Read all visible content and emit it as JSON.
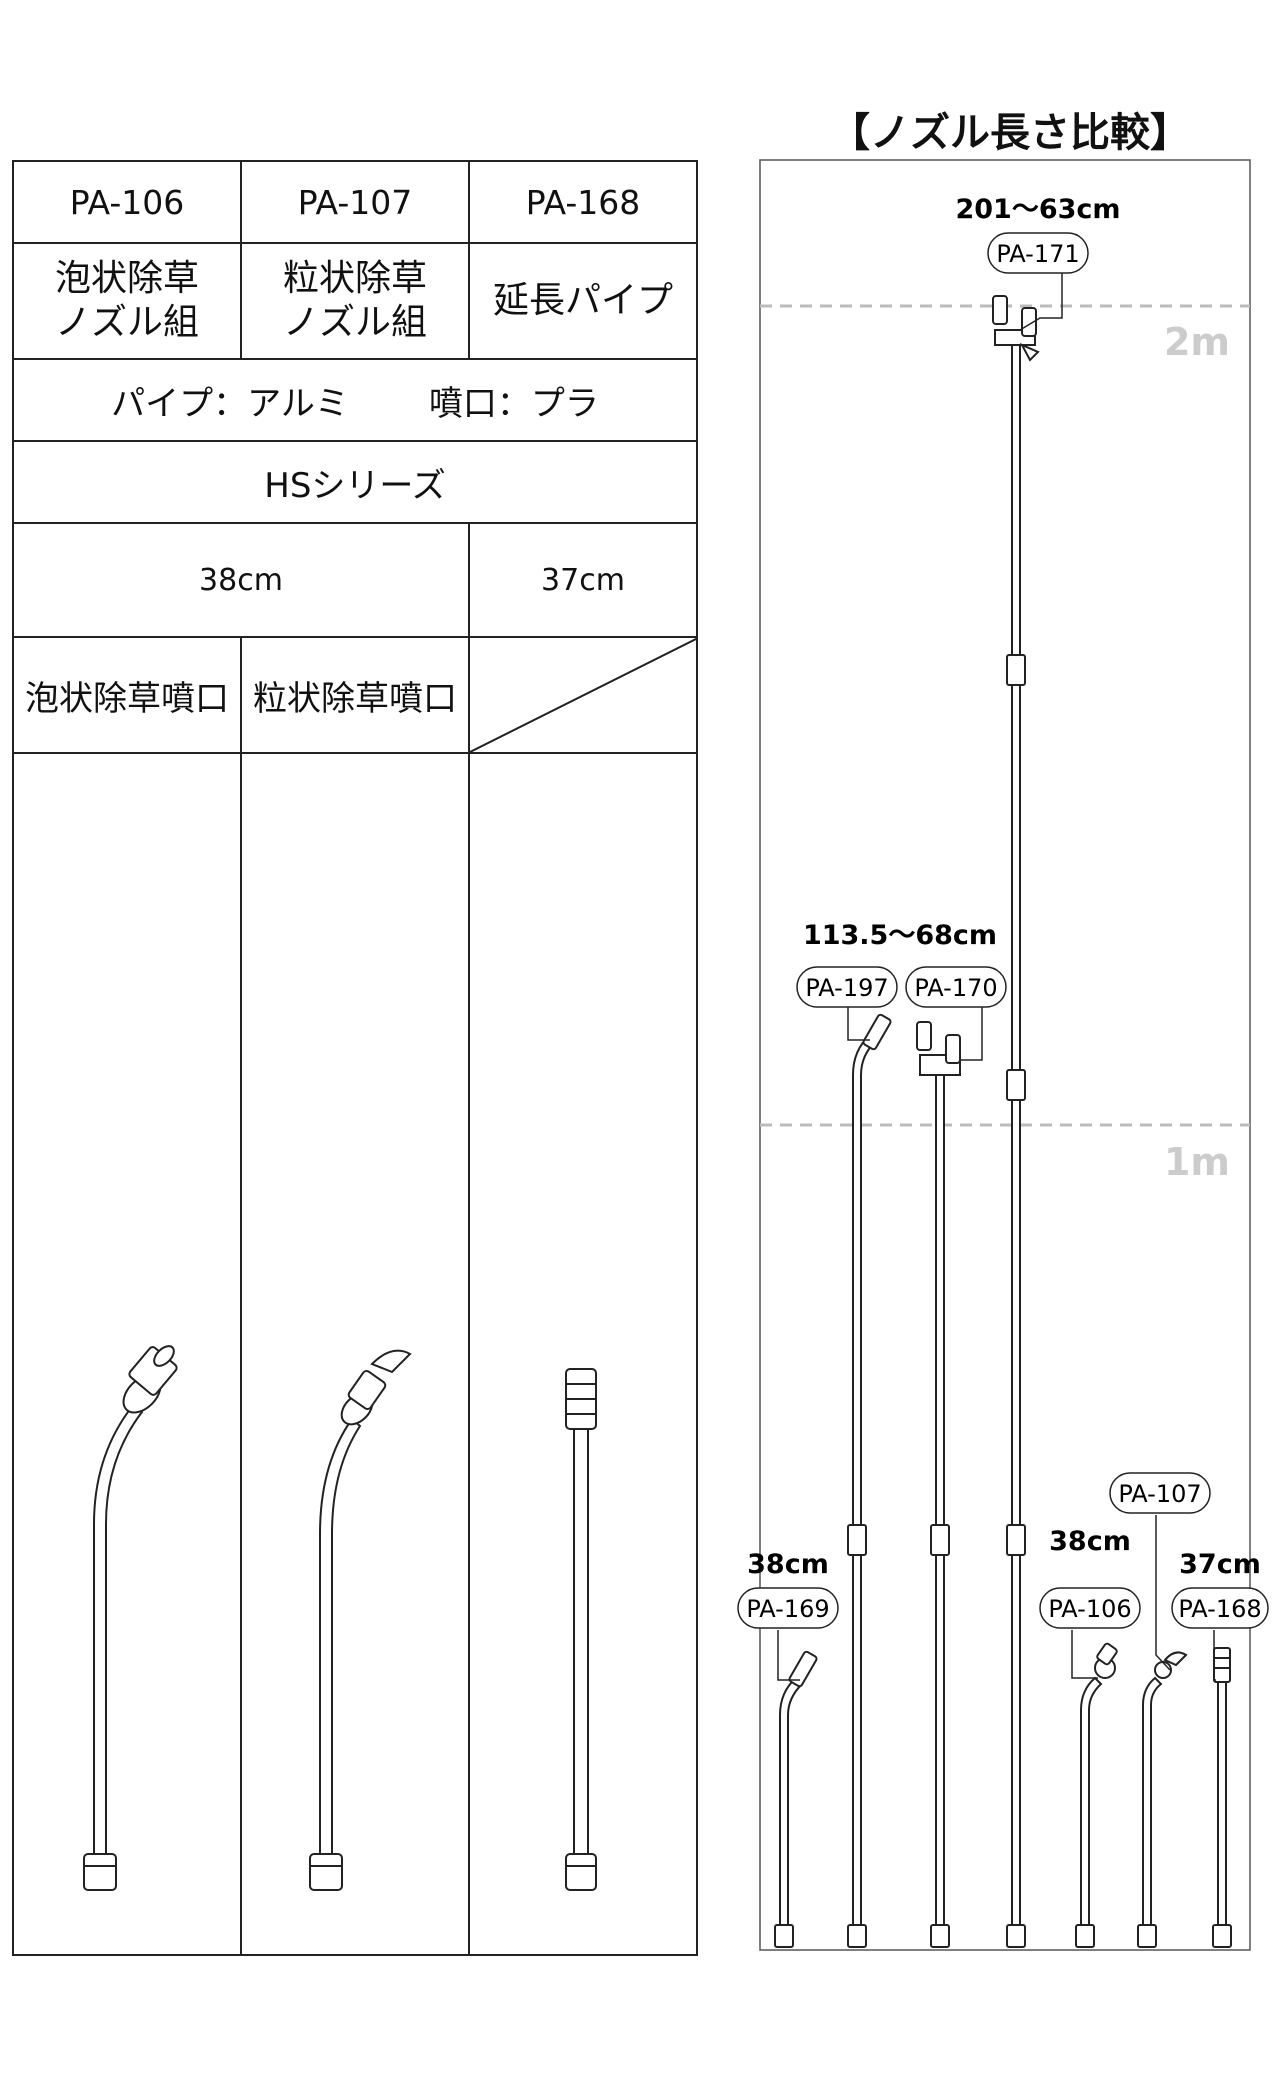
{
  "table": {
    "codes": [
      "PA-106",
      "PA-107",
      "PA-168"
    ],
    "names": [
      [
        "泡状除草",
        "ノズル組"
      ],
      [
        "粒状除草",
        "ノズル組"
      ],
      [
        "延長パイプ"
      ]
    ],
    "material_pipe": "パイプ：アルミ",
    "material_nozzle": "噴口：プラ",
    "series": "HSシリーズ",
    "length_shared": "38cm",
    "length_extension": "37cm",
    "tips": [
      "泡状除草噴口",
      "粒状除草噴口"
    ]
  },
  "comparison": {
    "title": "【ノズル長さ比較】",
    "scale_2m": "2m",
    "scale_1m": "1m",
    "lengths": {
      "pa171": "201～63cm",
      "pa197_170": "113.5～68cm",
      "pa169": "38cm",
      "pa106_107": "38cm",
      "pa168": "37cm"
    },
    "labels": {
      "pa171": "PA-171",
      "pa197": "PA-197",
      "pa170": "PA-170",
      "pa169": "PA-169",
      "pa106": "PA-106",
      "pa107": "PA-107",
      "pa168": "PA-168"
    }
  }
}
